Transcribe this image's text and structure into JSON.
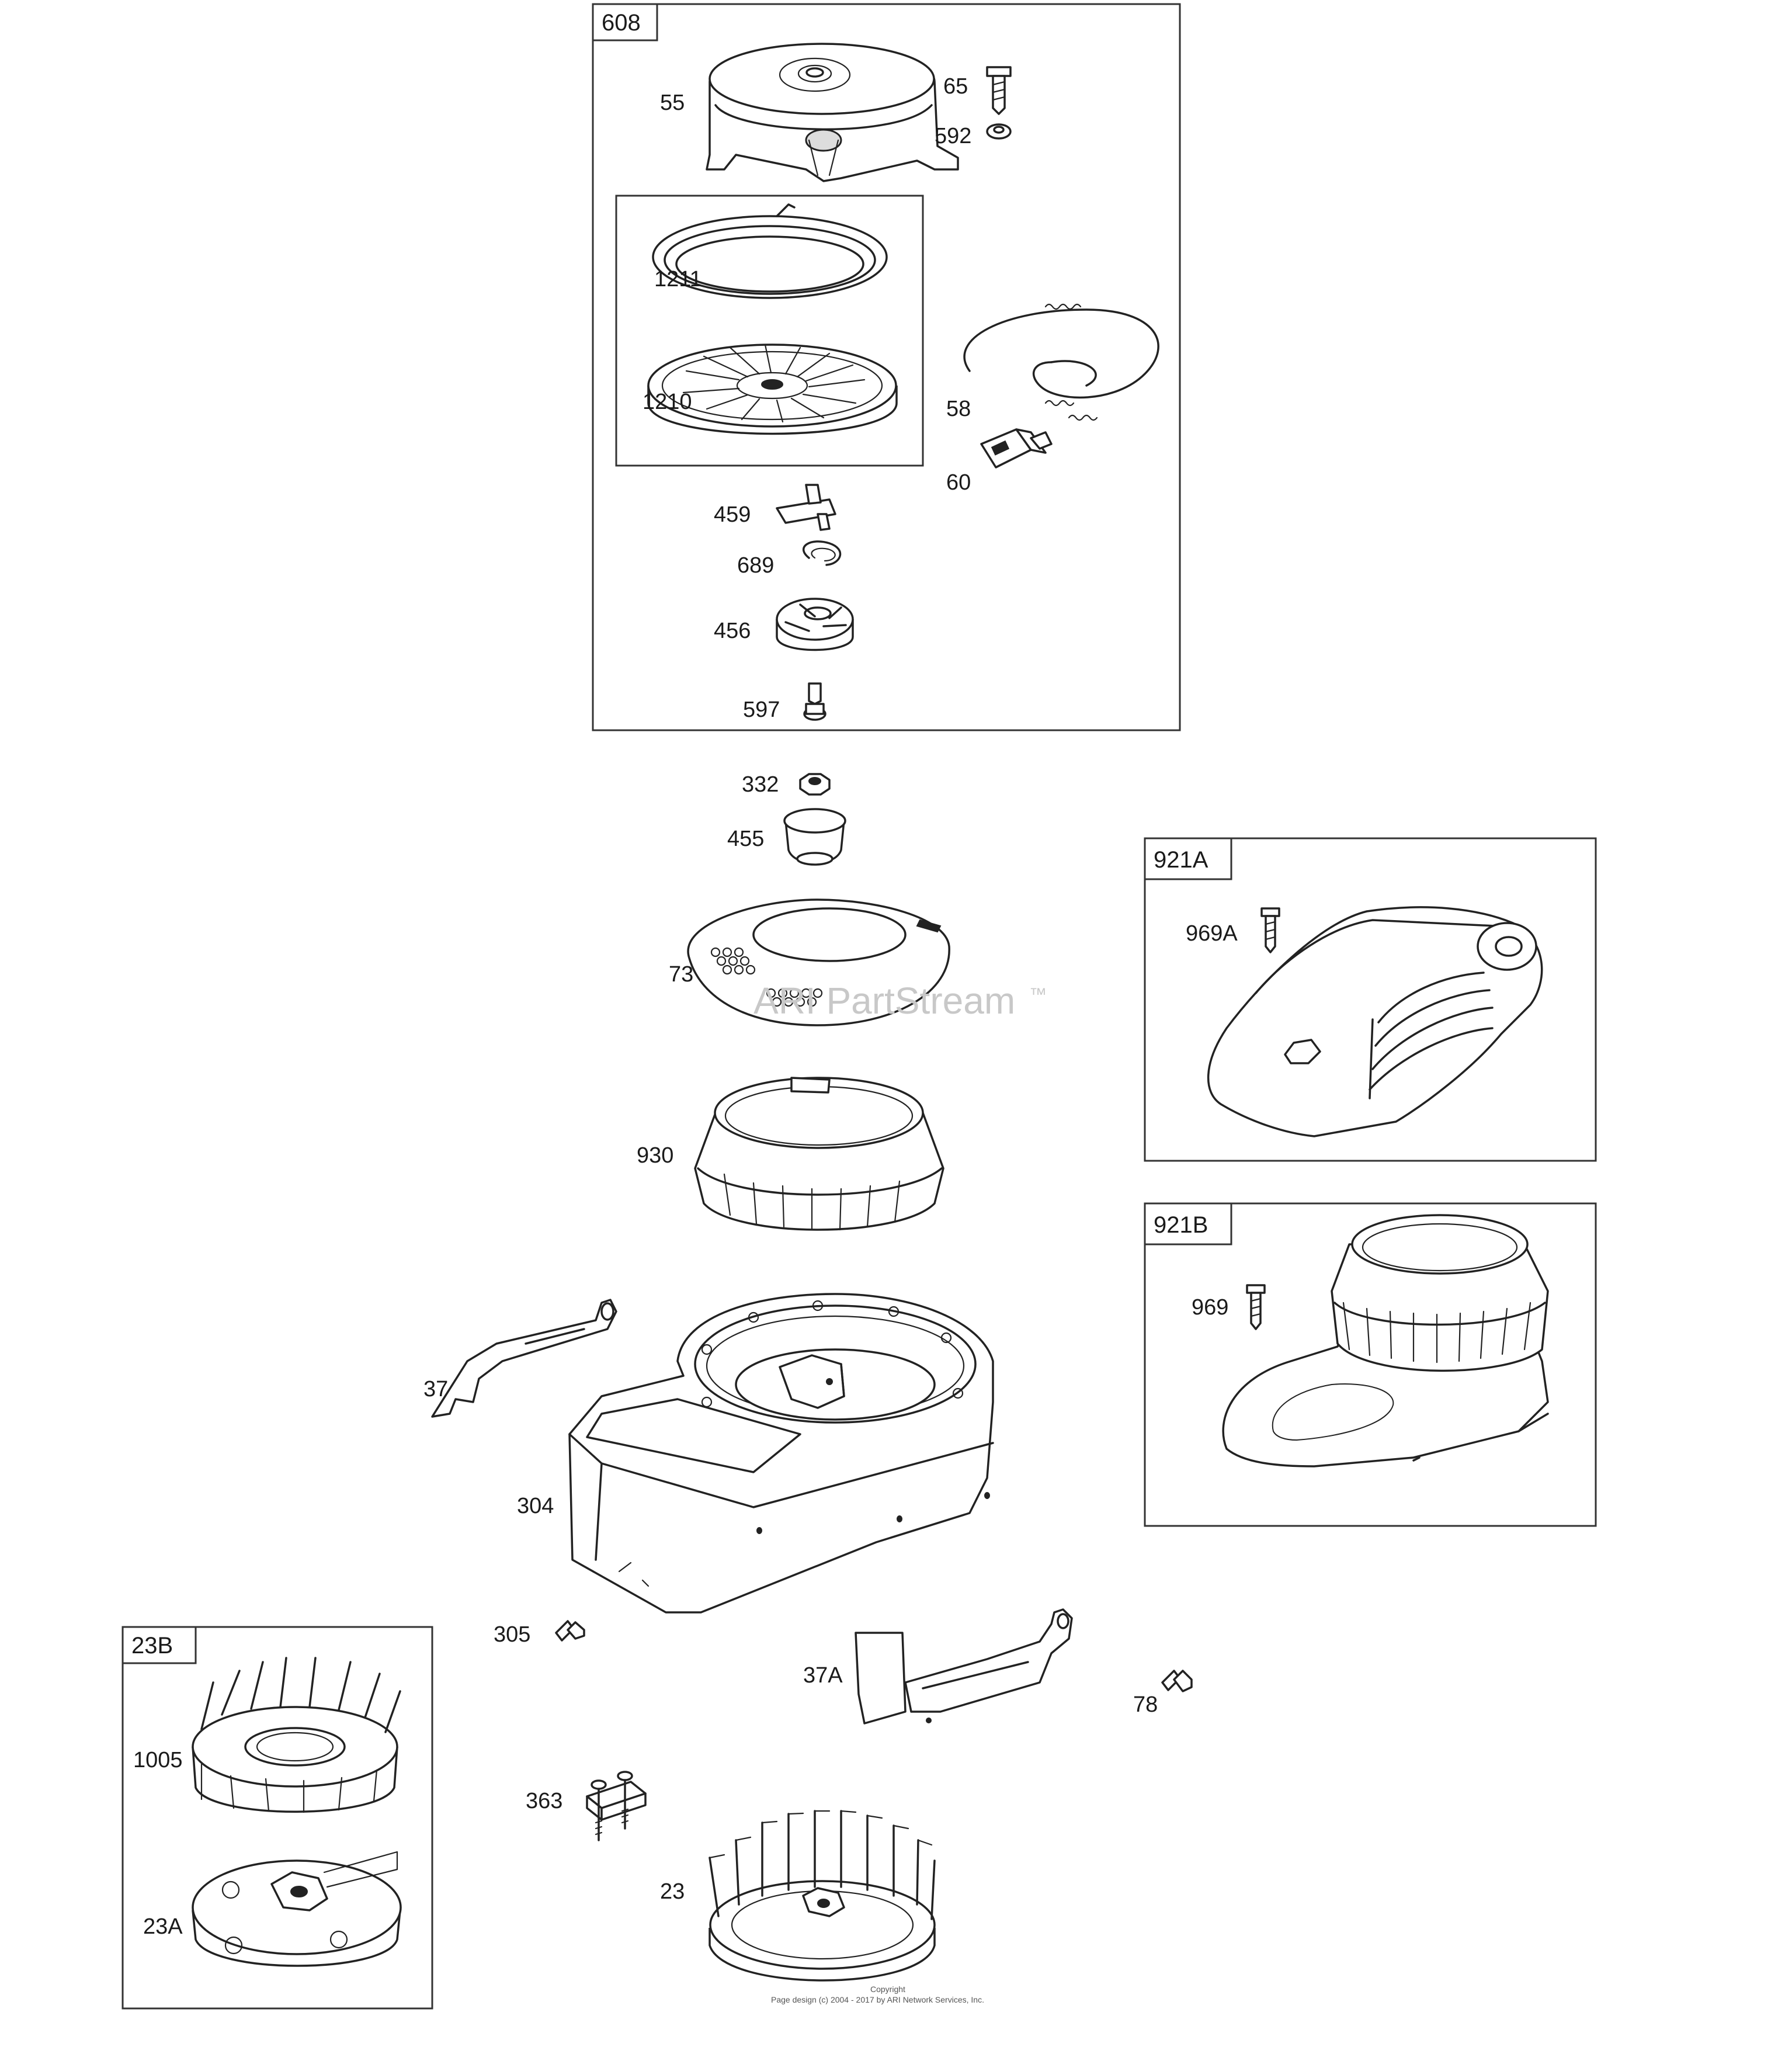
{
  "watermark": "ARI PartStream",
  "watermark_tm": "™",
  "copyright_lines": [
    "Copyright",
    "Page design (c) 2004 - 2017 by ARI Network Services, Inc."
  ],
  "boxes": {
    "b608": "608",
    "b921A": "921A",
    "b921B": "921B",
    "b23B": "23B"
  },
  "labels": {
    "p55": "55",
    "p65": "65",
    "p592": "592",
    "p1211": "1211",
    "p1210": "1210",
    "p58": "58",
    "p60": "60",
    "p459": "459",
    "p689": "689",
    "p456": "456",
    "p597": "597",
    "p332": "332",
    "p455": "455",
    "p73": "73",
    "p930": "930",
    "p969A": "969A",
    "p969": "969",
    "p37": "37",
    "p304": "304",
    "p305": "305",
    "p37A": "37A",
    "p78": "78",
    "p1005": "1005",
    "p23A": "23A",
    "p363": "363",
    "p23": "23"
  }
}
